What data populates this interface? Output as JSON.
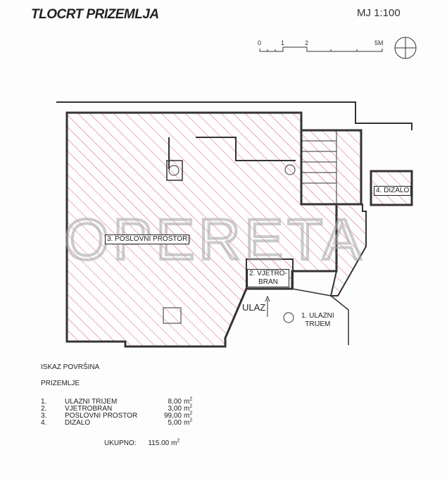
{
  "header": {
    "title": "TLOCRT PRIZEMLJA",
    "scale": "MJ 1:100"
  },
  "scale_bar": {
    "ticks": [
      "0",
      "1",
      "2",
      "5M"
    ]
  },
  "watermark": "OPERETA",
  "rooms": {
    "r1a": "1. ULAZNI",
    "r1b": "TRIJEM",
    "r2a": "2. VJETRO-",
    "r2b": "BRAN",
    "r3": "3. POSLOVNI PROSTOR",
    "r4": "4. DIZALO",
    "entrance": "ULAZ"
  },
  "areas": {
    "heading": "ISKAZ POVRŠINA",
    "floor": "PRIZEMLJE",
    "rows": [
      {
        "num": "1.",
        "name": "ULAZNI TRIJEM",
        "value": "8,00",
        "unit": "m"
      },
      {
        "num": "2.",
        "name": "VJETROBRAN",
        "value": "3,00",
        "unit": "m"
      },
      {
        "num": "3.",
        "name": "POSLOVNI PROSTOR",
        "value": "99,00",
        "unit": "m"
      },
      {
        "num": "4.",
        "name": "DIZALO",
        "value": "5,00",
        "unit": "m"
      }
    ],
    "total_label": "UKUPNO:",
    "total_value": "115.00 m"
  },
  "colors": {
    "hatch": "#e06070",
    "wall": "#333333"
  }
}
